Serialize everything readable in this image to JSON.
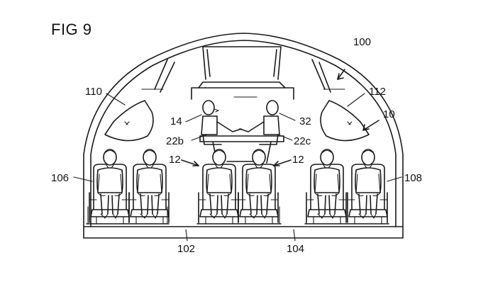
{
  "figure": {
    "title": "FIG 9",
    "labels": {
      "assembly": "100",
      "upper_left": "110",
      "upper_right": "112",
      "upper_module": "10",
      "person_left_upper": "14",
      "person_right_upper": "32",
      "seat_left_upper": "22b",
      "seat_right_upper": "22c",
      "seat_group_left": "12",
      "seat_group_right": "12",
      "left_section": "106",
      "right_section": "108",
      "floor_left": "102",
      "floor_right": "104"
    }
  }
}
